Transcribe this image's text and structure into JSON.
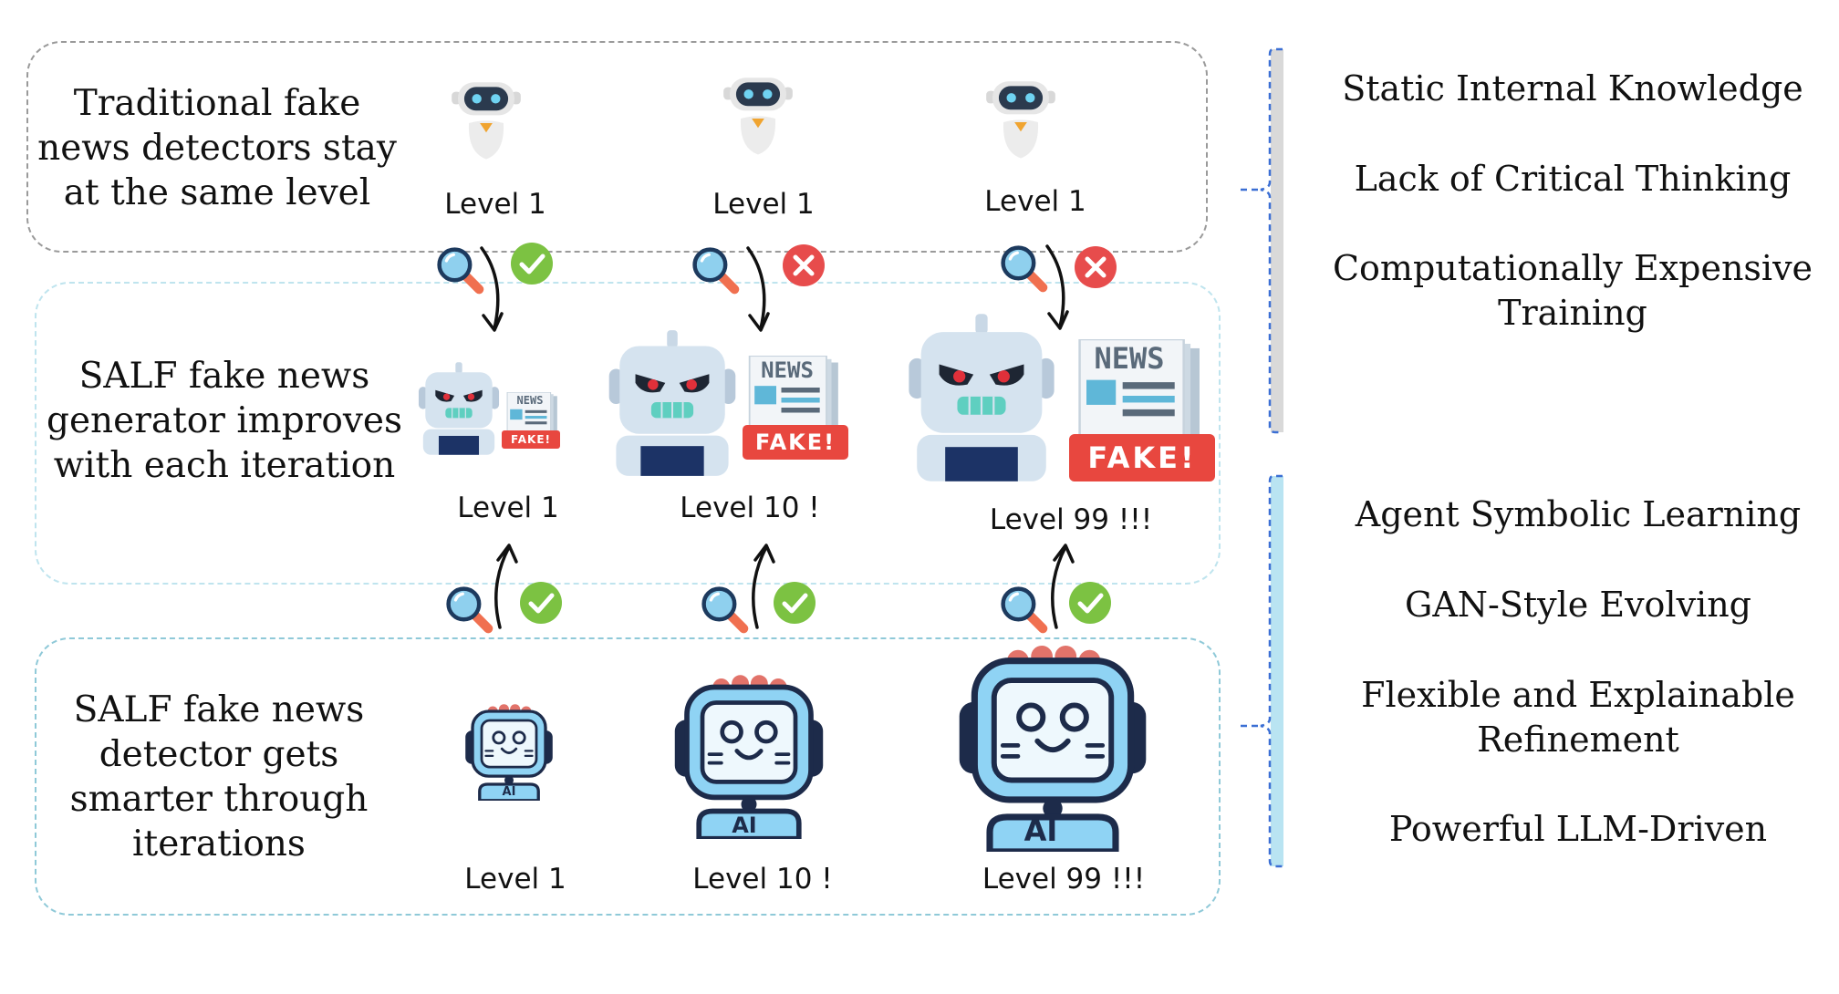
{
  "panels": {
    "traditional": {
      "title": "Traditional fake news detectors stay at the same level",
      "levels": [
        "Level 1",
        "Level 1",
        "Level 1"
      ]
    },
    "generator": {
      "title": "SALF fake news generator improves with each iteration",
      "levels": [
        "Level 1",
        "Level 10 !",
        "Level 99 !!!"
      ],
      "newspaper_header": "NEWS",
      "stamp_label": "FAKE!"
    },
    "detector": {
      "title": "SALF fake news detector gets smarter through iterations",
      "levels": [
        "Level 1",
        "Level 10 !",
        "Level 99 !!!"
      ],
      "robot_badge": "AI"
    }
  },
  "outcomes_top": [
    "check",
    "cross",
    "cross"
  ],
  "outcomes_bottom": [
    "check",
    "check",
    "check"
  ],
  "limitations": [
    "Static Internal Knowledge",
    "Lack of Critical Thinking",
    "Computationally Expensive Training"
  ],
  "advantages": [
    "Agent Symbolic Learning",
    "GAN-Style Evolving",
    "Flexible and Explainable Refinement",
    "Powerful LLM-Driven"
  ],
  "colors": {
    "check": "#7cc242",
    "cross": "#e74c4c",
    "magnifier_lens": "#8fd0ee",
    "magnifier_handle": "#f07050",
    "robot_body": "#cfe0ee",
    "detector_blue": "#8fd3f4",
    "fake_red": "#e8473f",
    "bracket_top": "#3b6fd4",
    "bracket_bottom": "#b9e4f2"
  }
}
